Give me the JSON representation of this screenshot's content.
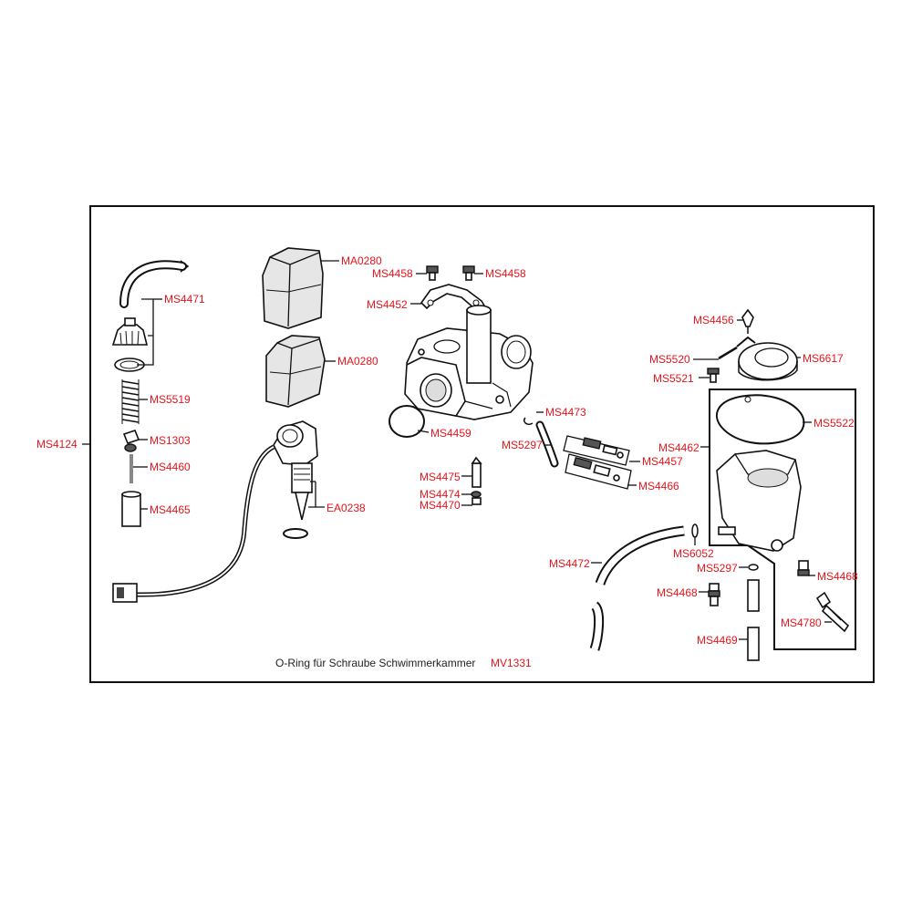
{
  "diagram": {
    "colors": {
      "label": "#e8141c",
      "line": "#111111",
      "caption": "#222222"
    },
    "caption": "O-Ring für Schraube Schwimmerkammer",
    "caption_code": "MV1331",
    "labels": {
      "ms4124": "MS4124",
      "ms4471": "MS4471",
      "ms5519": "MS5519",
      "ms1303": "MS1303",
      "ms4460": "MS4460",
      "ms4465": "MS4465",
      "ma0280_a": "MA0280",
      "ma0280_b": "MA0280",
      "ea0238": "EA0238",
      "ms4458_a": "MS4458",
      "ms4458_b": "MS4458",
      "ms4452": "MS4452",
      "ms4459": "MS4459",
      "ms4473": "MS4473",
      "ms5297_a": "MS5297",
      "ms4457": "MS4457",
      "ms4466": "MS4466",
      "ms4475": "MS4475",
      "ms4474": "MS4474",
      "ms4470": "MS4470",
      "ms4456": "MS4456",
      "ms5520": "MS5520",
      "ms6617": "MS6617",
      "ms5521": "MS5521",
      "ms5522": "MS5522",
      "ms4462": "MS4462",
      "ms6052": "MS6052",
      "ms5297_b": "MS5297",
      "ms4472": "MS4472",
      "ms4468_a": "MS4468",
      "ms4468_b": "MS4468",
      "ms4780": "MS4780",
      "ms4469": "MS4469"
    }
  }
}
